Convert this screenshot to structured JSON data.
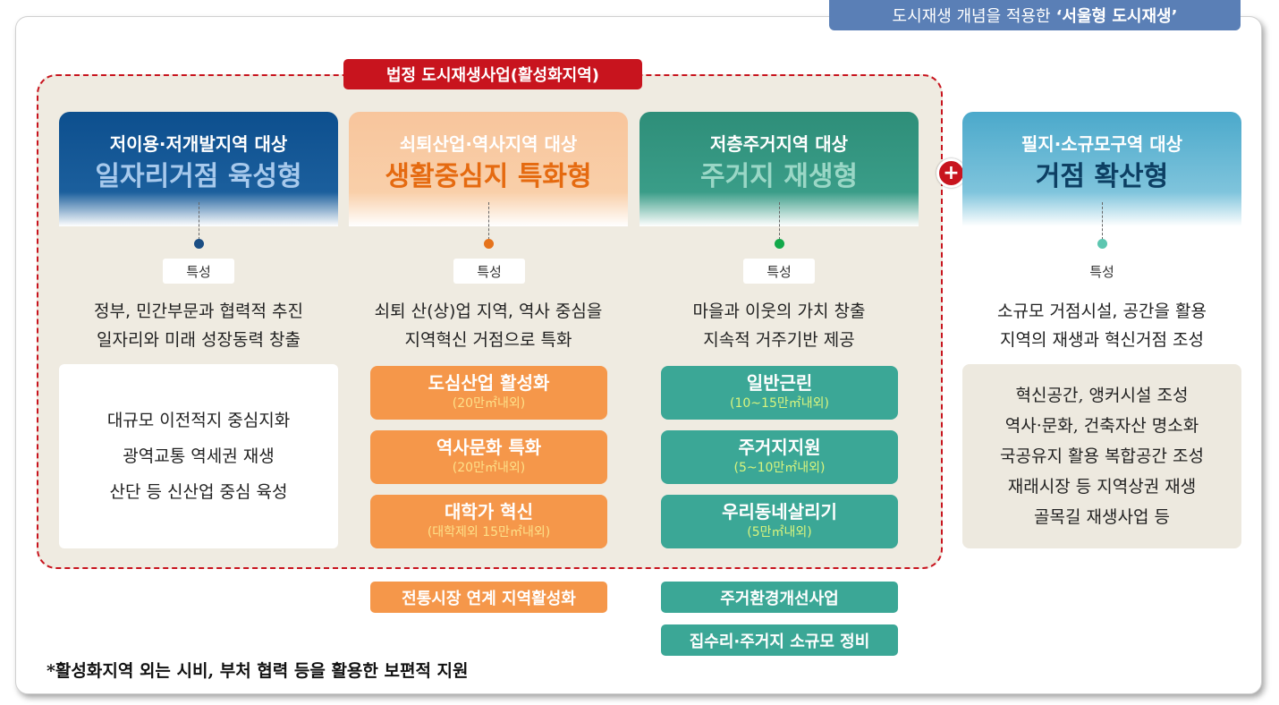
{
  "header_tag": {
    "prefix": "도시재생 개념을 적용한",
    "emphasis": "‘서울형 도시재생’"
  },
  "legal_zone": {
    "title": "법정 도시재생사업(활성화지역)"
  },
  "feature_label": "특성",
  "columns": [
    {
      "target": "저이용·저개발지역 대상",
      "type": "일자리거점 육성형",
      "desc": [
        "정부, 민간부문과 협력적 추진",
        "일자리와 미래 성장동력 창출"
      ],
      "items": [
        "대규모 이전적지 중심지화",
        "광역교통 역세권 재생",
        "산단 등 신산업 중심 육성"
      ],
      "accent_color": "#1b4e84"
    },
    {
      "target": "쇠퇴산업·역사지역 대상",
      "type": "생활중심지 특화형",
      "desc": [
        "쇠퇴 산(상)업 지역, 역사 중심을",
        "지역혁신 거점으로 특화"
      ],
      "projects": [
        {
          "name": "도심산업 활성화",
          "size": "(20만㎡내외)"
        },
        {
          "name": "역사문화 특화",
          "size": "(20만㎡내외)"
        },
        {
          "name": "대학가 혁신",
          "size": "(대학제외 15만㎡내외)"
        }
      ],
      "extra": [
        "전통시장 연계 지역활성화"
      ],
      "accent_color": "#e5731c"
    },
    {
      "target": "저층주거지역 대상",
      "type": "주거지 재생형",
      "desc": [
        "마을과 이웃의 가치 창출",
        "지속적 거주기반 제공"
      ],
      "projects": [
        {
          "name": "일반근린",
          "size": "(10~15만㎡내외)"
        },
        {
          "name": "주거지지원",
          "size": "(5~10만㎡내외)"
        },
        {
          "name": "우리동네살리기",
          "size": "(5만㎡내외)"
        }
      ],
      "extra": [
        "주거환경개선사업",
        "집수리·주거지 소규모 정비"
      ],
      "accent_color": "#12a84a"
    },
    {
      "target": "필지·소규모구역 대상",
      "type": "거점 확산형",
      "desc": [
        "소규모 거점시설, 공간을 활용",
        "지역의 재생과 혁신거점 조성"
      ],
      "items": [
        "혁신공간, 앵커시설 조성",
        "역사·문화, 건축자산 명소화",
        "국공유지 활용 복합공간 조성",
        "재래시장 등 지역상권 재생",
        "골목길 재생사업 등"
      ],
      "accent_color": "#5cc6b0"
    }
  ],
  "plus_symbol": "+",
  "footnote": "*활성화지역 외는 시비, 부처 협력 등을 활용한 보편적 지원"
}
